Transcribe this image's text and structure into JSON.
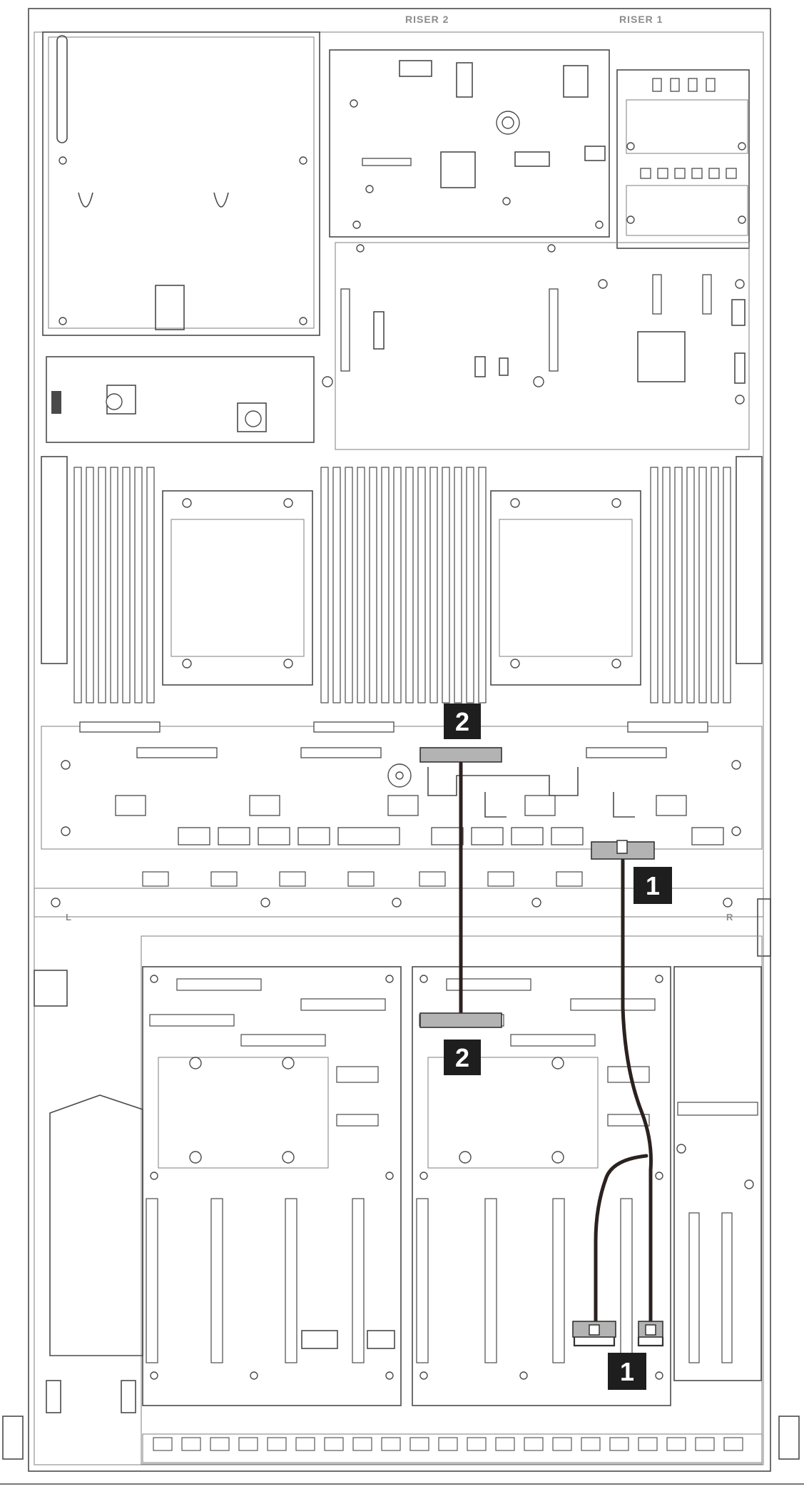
{
  "labels": {
    "riser2": "RISER 2",
    "riser1": "RISER 1",
    "left": "L",
    "right": "R"
  },
  "callouts": {
    "top_1": "1",
    "bottom_1": "1",
    "top_2": "2",
    "bottom_2": "2"
  },
  "colors": {
    "callout_bg": "#1e1e1e",
    "callout_text": "#ffffff",
    "cable": "#2b2220",
    "connector_fill": "#b3b3b3",
    "outline": "#4a4a4a"
  }
}
